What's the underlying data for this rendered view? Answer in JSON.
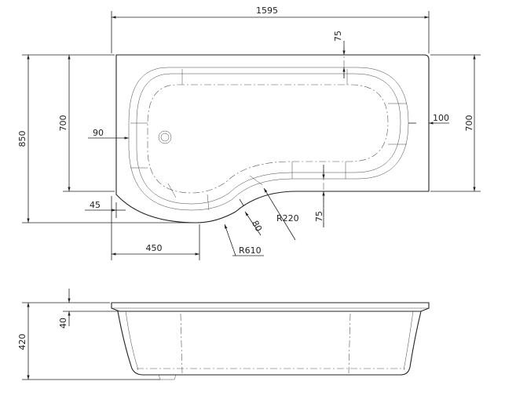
{
  "plan_view": {
    "overall_length": "1595",
    "rim_top": "75",
    "end_rim": "100",
    "width_right": "700",
    "width_left": "700",
    "overall_width": "850",
    "waste_rim": "90",
    "curve_step": "45",
    "radius_inner": "R220",
    "bottom_rim": "75",
    "rim_curve": "80",
    "curve_offset": "450",
    "radius_outer": "R610"
  },
  "side_view": {
    "rim_depth": "40",
    "overall_depth": "420"
  }
}
